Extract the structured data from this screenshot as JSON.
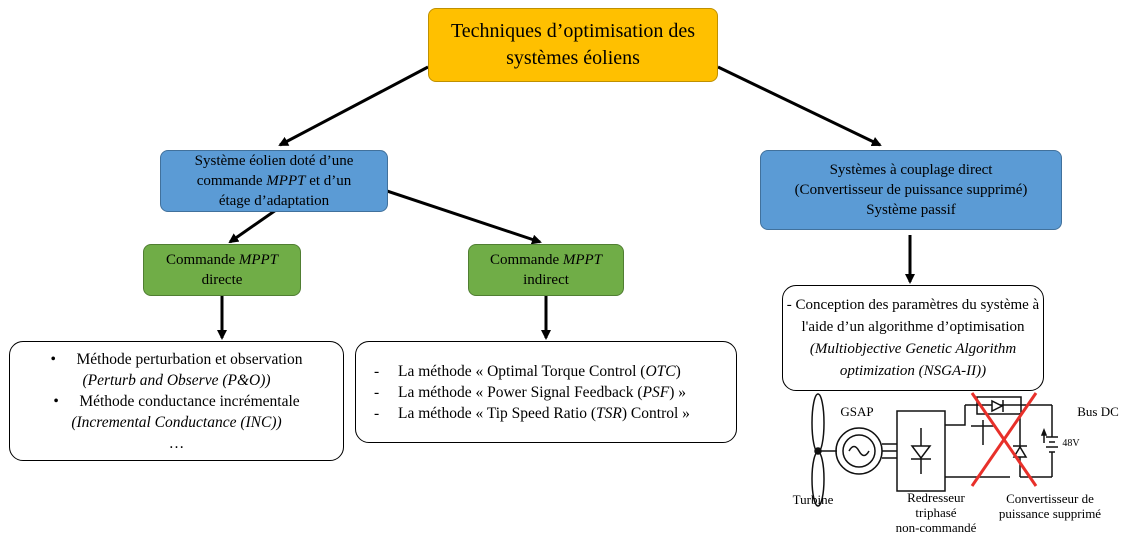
{
  "root": {
    "line1": "Techniques d’optimisation des",
    "line2": "systèmes éoliens"
  },
  "mppt_system": {
    "line1": "Système éolien doté d’une",
    "line2_pre": "commande ",
    "line2_em": "MPPT",
    "line2_post": " et d’un",
    "line3": "étage d’adaptation"
  },
  "direct_coupling": {
    "line1": "Systèmes à couplage direct",
    "line2": "(Convertisseur de puissance supprimé)",
    "line3": "Système passif"
  },
  "direct_mppt": {
    "line1_pre": "Commande ",
    "line1_em": "MPPT",
    "line2": "directe"
  },
  "indirect_mppt": {
    "line1_pre": "Commande ",
    "line1_em": "MPPT",
    "line2": "indirect"
  },
  "direct_methods": {
    "bullet": "•",
    "item1": "Méthode perturbation et observation",
    "item1_sub": "(Perturb and Observe (P&O))",
    "item2": "Méthode conductance incrémentale",
    "item2_sub": "(Incremental Conductance (INC))",
    "ellipsis": "…"
  },
  "indirect_methods": {
    "dash": "-",
    "m1_pre": "La méthode « Optimal Torque Control (",
    "m1_em": "OTC",
    "m1_post": ")",
    "m2_pre": "La méthode « Power Signal Feedback (",
    "m2_em": "PSF",
    "m2_post": ") »",
    "m3_pre": "La méthode « Tip Speed Ratio (",
    "m3_em": "TSR",
    "m3_post": ") Control »"
  },
  "optimization": {
    "line1": "-  Conception des paramètres du système à",
    "line2": "l'aide d’un algorithme d’optimisation",
    "line3": "(Multiobjective Genetic Algorithm",
    "line4": "optimization (NSGA-II))"
  },
  "circuit": {
    "gsap": "GSAP",
    "bus_dc": "Bus DC",
    "voltage": "48V",
    "turbine": "Turbine",
    "rectifier_1": "Redresseur",
    "rectifier_2": "triphasé",
    "rectifier_3": "non-commandé",
    "converter_1": "Convertisseur de",
    "converter_2": "puissance supprimé"
  }
}
